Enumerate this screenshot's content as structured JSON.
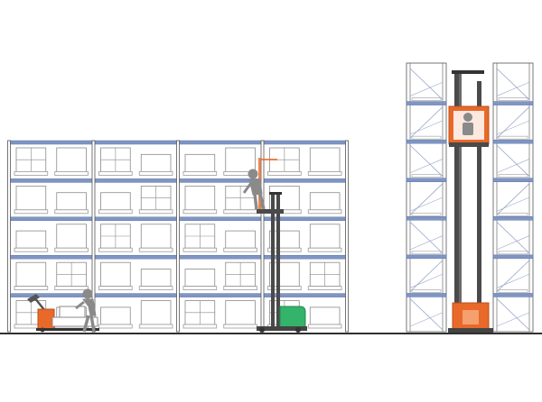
{
  "colors": {
    "background": "#ffffff",
    "frame": "#555555",
    "beam": "#7f95c4",
    "beam_dark": "#5d74a8",
    "box_stroke": "#8a8a8a",
    "pallet": "#9a9a9a",
    "orange": "#e8692a",
    "green": "#34b36b",
    "mast": "#4a4a4a",
    "person": "#8a8a8a",
    "ground": "#2f2f2f"
  },
  "scene": {
    "wide_rack": {
      "bays": 4,
      "levels": 5
    },
    "narrow_rack": {
      "columns": 2,
      "levels": 7
    },
    "vehicles": [
      "pallet-truck",
      "order-picker",
      "turret-truck"
    ]
  }
}
